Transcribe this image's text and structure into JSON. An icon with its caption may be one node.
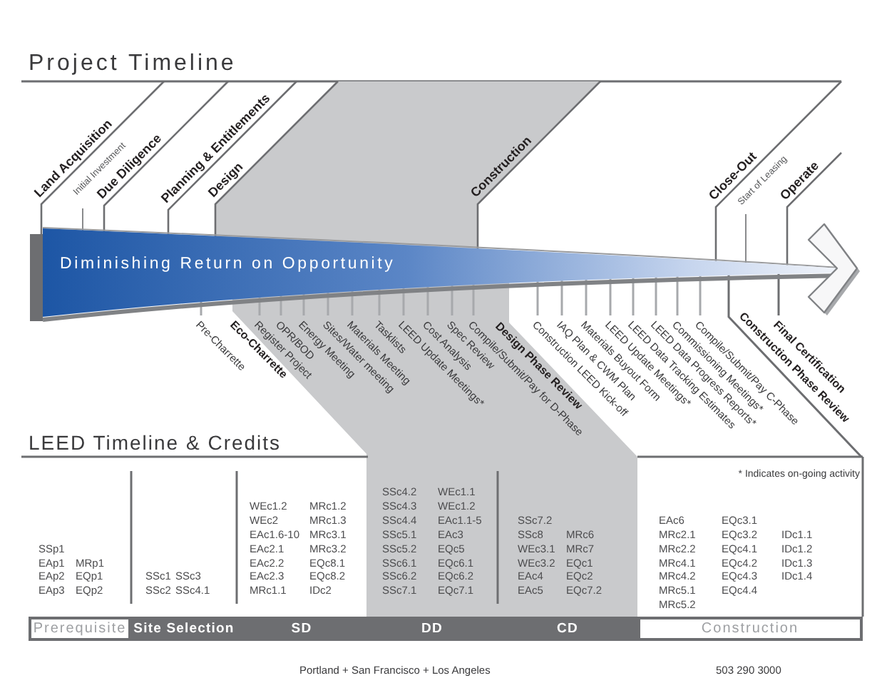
{
  "diagram": {
    "title": "Project Timeline",
    "nodes": [
      {
        "text": [
          "Diminishing Return on Opportunity"
        ]
      },
      {
        "text": [
          "Prerequisite"
        ]
      },
      {
        "text": [
          "Site Selection"
        ]
      },
      {
        "text": [
          "SD"
        ]
      },
      {
        "text": [
          "DD"
        ]
      },
      {
        "text": [
          "CD"
        ]
      },
      {
        "text": [
          "Construction"
        ]
      }
    ],
    "labels": [
      "Land Acquisition",
      "Initial Investment",
      "Due Diligence",
      "Planning & Entitlements",
      "Design",
      "Construction",
      "Close-Out",
      "Start of Leasing",
      "Operate",
      "Pre-Charrette",
      "Eco-Charrette",
      "Register Project",
      "OPR/BOD",
      "Energy Meeting",
      "Sites/Water meeting",
      "Materials Meeting",
      "Tasklists",
      "LEED Update Meetings*",
      "Cost Analysis",
      "Spec Review",
      "Compile/Submit/Pay for D-Phase",
      "Design Phase Review",
      "Construction LEED Kick-off",
      "IAQ Plan & CWM Plan",
      "Materials Buyout Form",
      "LEED Update Meetings*",
      "LEED Data Tracking Estimates",
      "LEED Data Progress Reports*",
      "Commissioning Meetings*",
      "Compile/Submit/Pay C-Phase",
      "Construction Phase Review",
      "Final Certification",
      "LEED Timeline & Credits",
      "* Indicates on-going activity",
      "SSp1",
      "EAp1",
      "EAp2",
      "EAp3",
      "MRp1",
      "EQp1",
      "EQp2",
      "SSc1",
      "SSc2",
      "SSc3",
      "SSc4.1",
      "WEc1.2",
      "WEc2",
      "EAc1.6-10",
      "EAc2.1",
      "EAc2.2",
      "EAc2.3",
      "MRc1.1",
      "MRc1.2",
      "MRc1.3",
      "MRc3.1",
      "MRc3.2",
      "EQc8.1",
      "EQc8.2",
      "IDc2",
      "SSc4.2",
      "SSc4.3",
      "SSc4.4",
      "SSc5.1",
      "SSc5.2",
      "SSc6.1",
      "SSc6.2",
      "SSc7.1",
      "WEc1.1",
      "WEc1.2",
      "EAc1.1-5",
      "EAc3",
      "EQc5",
      "EQc6.1",
      "EQc6.2",
      "EQc7.1",
      "SSc7.2",
      "SSc8",
      "WEc3.1",
      "WEc3.2",
      "EAc4",
      "EAc5",
      "MRc6",
      "MRc7",
      "EQc1",
      "EQc2",
      "EQc7.2",
      "EAc6",
      "MRc2.1",
      "MRc2.2",
      "MRc4.1",
      "MRc4.2",
      "MRc5.1",
      "MRc5.2",
      "EQc3.1",
      "EQc3.2",
      "EQc4.1",
      "EQc4.2",
      "EQc4.3",
      "EQc4.4",
      "IDc1.1",
      "IDc1.2",
      "IDc1.3",
      "IDc1.4",
      "Portland + San Francisco + Los Angeles",
      "503 290 3000"
    ]
  }
}
